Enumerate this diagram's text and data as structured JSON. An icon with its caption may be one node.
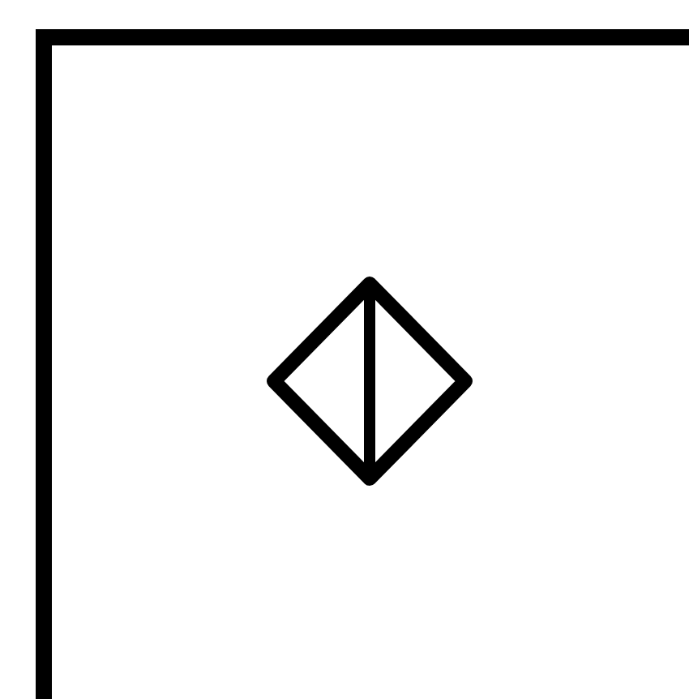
{
  "diagram": {
    "nodes": [
      {
        "text": [],
        "shape": "box"
      },
      {
        "text": [],
        "shape": "diamond",
        "in": 0
      }
    ]
  }
}
